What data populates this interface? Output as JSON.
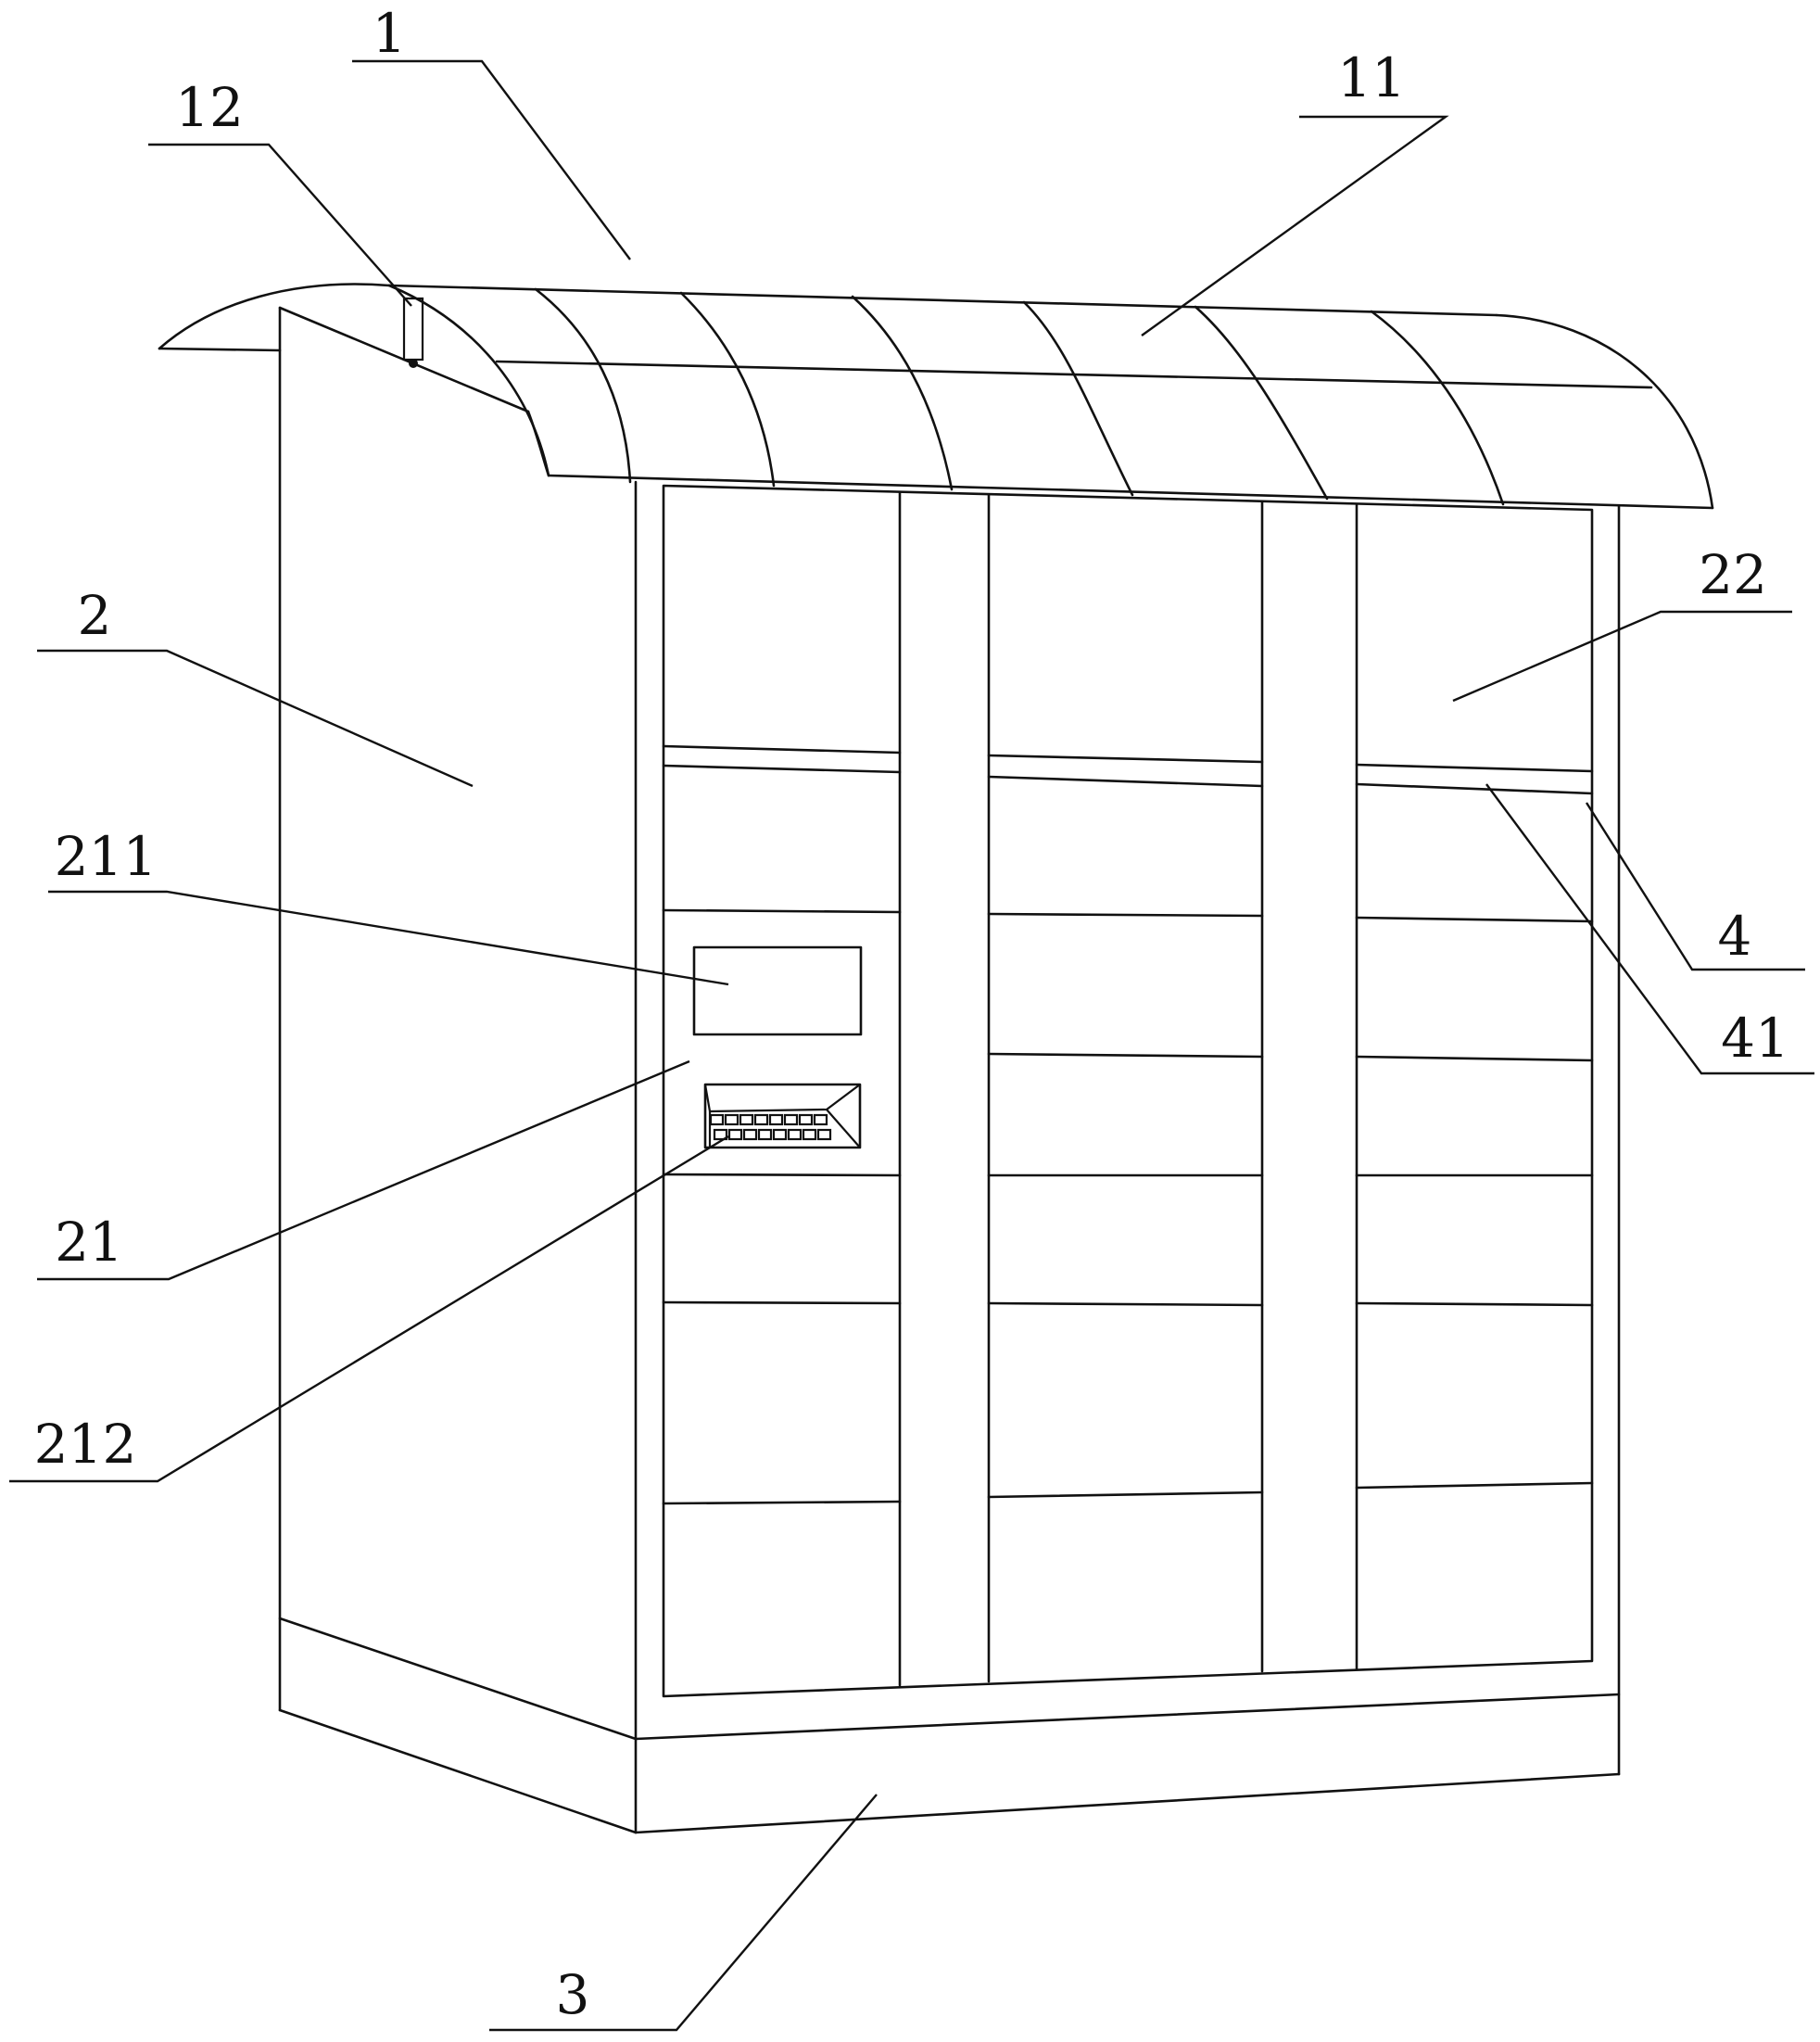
{
  "labels": {
    "roof": "1",
    "roof_panel": "11",
    "lamp": "12",
    "cabinet_body": "2",
    "control_panel": "21",
    "display_screen": "211",
    "keypad": "212",
    "locker_doors": "22",
    "base": "3",
    "rail": "4",
    "rail_strip": "41"
  }
}
